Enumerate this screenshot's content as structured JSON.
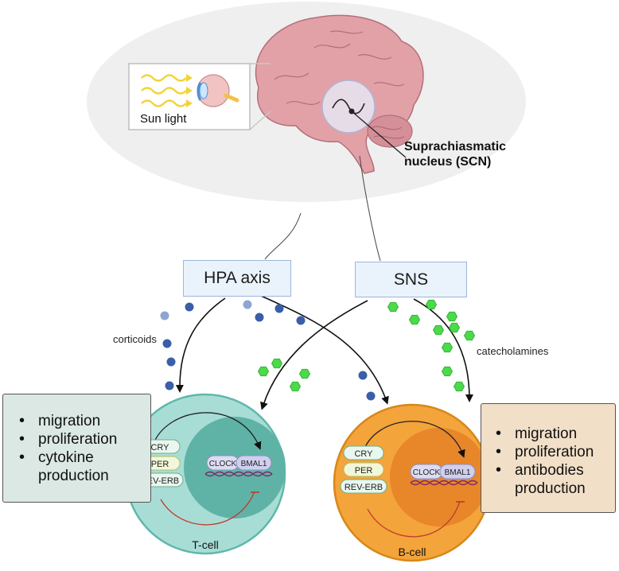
{
  "inset": {
    "label": "Sun light"
  },
  "brain": {
    "scn_label_line1": "Suprachiasmatic",
    "scn_label_line2": "nucleus (SCN)"
  },
  "axes": {
    "hpa": "HPA axis",
    "sns": "SNS"
  },
  "labels": {
    "corticoids": "corticoids",
    "catecholamines": "catecholamines"
  },
  "tcell": {
    "name": "T-cell",
    "genes": [
      "CRY",
      "PER",
      "REV-ERB"
    ],
    "clock": "CLOCK",
    "bmal": "BMAL1",
    "outcomes": [
      "migration",
      "proliferation",
      "cytokine production"
    ]
  },
  "bcell": {
    "name": "B-cell",
    "genes": [
      "CRY",
      "PER",
      "REV-ERB"
    ],
    "clock": "CLOCK",
    "bmal": "BMAL1",
    "outcomes": [
      "migration",
      "proliferation",
      "antibodies production"
    ]
  },
  "colors": {
    "corticoid": "#3a5ea8",
    "catecholamine": "#4cd94c",
    "tcell_fill": "#a8ddd6",
    "bcell_fill": "#f3a43a"
  }
}
